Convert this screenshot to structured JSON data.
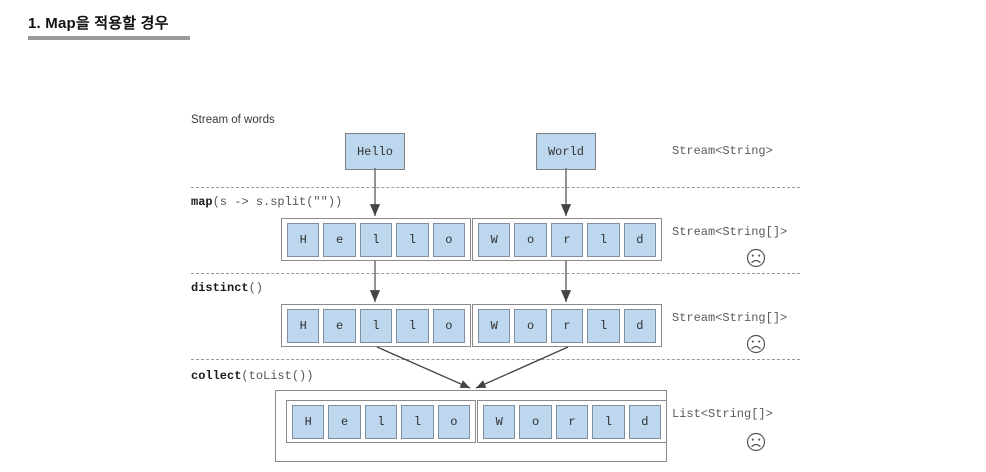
{
  "heading": {
    "text": "1. Map을 적용할 경우"
  },
  "diagram": {
    "stream_caption": "Stream of words",
    "source_words": [
      {
        "label": "Hello"
      },
      {
        "label": "World"
      }
    ],
    "operations": [
      {
        "name": "map",
        "args": "(s -> s.split(\"\"))"
      },
      {
        "name": "distinct",
        "args": "()"
      },
      {
        "name": "collect",
        "args": "(toList())"
      }
    ],
    "type_labels": [
      {
        "text": "Stream<String>",
        "sad": false
      },
      {
        "text": "Stream<String[]>",
        "sad": true
      },
      {
        "text": "Stream<String[]>",
        "sad": true
      },
      {
        "text": "List<String[]>",
        "sad": true
      }
    ],
    "rows": [
      {
        "name": "map-row",
        "arrays": [
          {
            "letters": [
              "H",
              "e",
              "l",
              "l",
              "o"
            ]
          },
          {
            "letters": [
              "W",
              "o",
              "r",
              "l",
              "d"
            ]
          }
        ]
      },
      {
        "name": "distinct-row",
        "arrays": [
          {
            "letters": [
              "H",
              "e",
              "l",
              "l",
              "o"
            ]
          },
          {
            "letters": [
              "W",
              "o",
              "r",
              "l",
              "d"
            ]
          }
        ]
      },
      {
        "name": "collect-row",
        "arrays": [
          {
            "letters": [
              "H",
              "e",
              "l",
              "l",
              "o"
            ]
          },
          {
            "letters": [
              "W",
              "o",
              "r",
              "l",
              "d"
            ]
          }
        ]
      }
    ],
    "colors": {
      "cell_fill": "#bdd7ee",
      "cell_border": "#7f8f9f",
      "container_border": "#8a8a8a",
      "separator": "#9b9b9b",
      "arrow": "#444444",
      "title_rule": "#9a9a9a"
    }
  }
}
